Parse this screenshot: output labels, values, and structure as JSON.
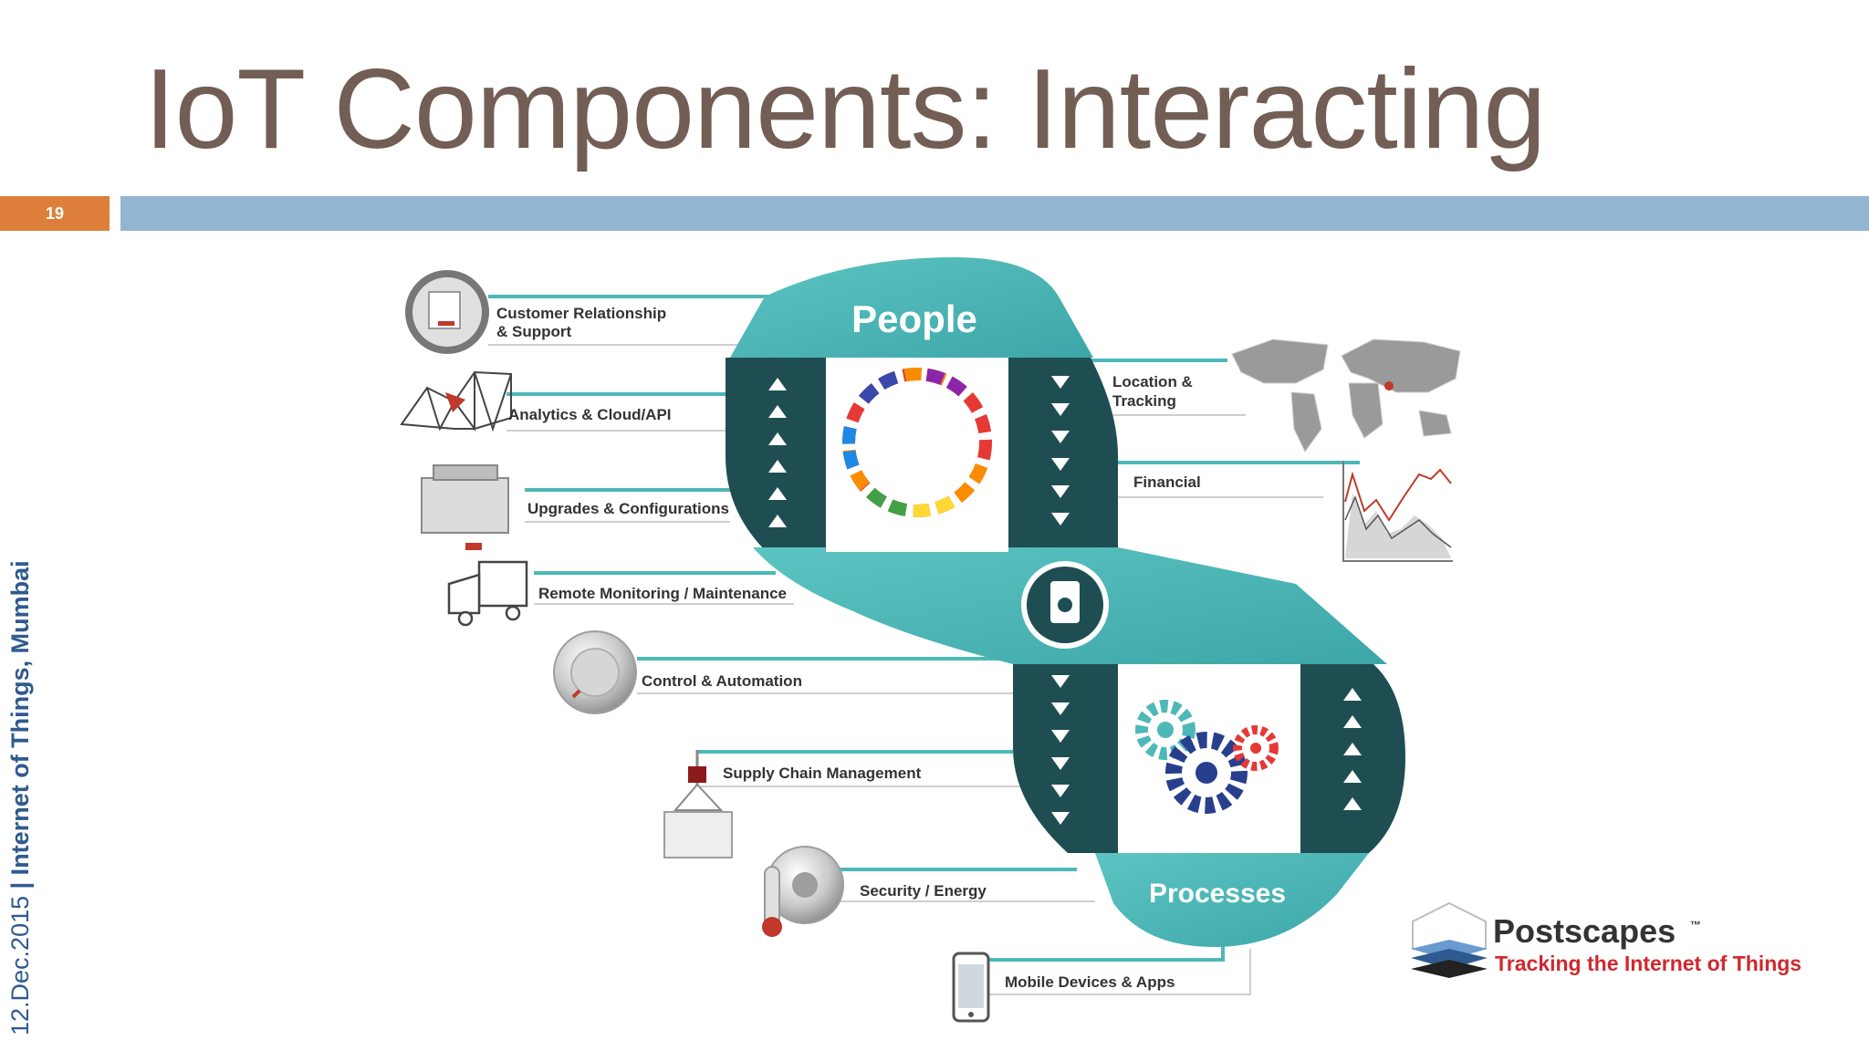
{
  "slide": {
    "title": "IoT Components: Interacting",
    "page_number": "19",
    "footer_date": "12.Dec.2015",
    "footer_separator": " | ",
    "footer_org": "Internet of Things, Mumbai"
  },
  "diagram": {
    "top_loop_label": "People",
    "bottom_loop_label": "Processes",
    "left_labels": [
      [
        "Customer Relationship",
        "& Support"
      ],
      "Analytics & Cloud/API",
      "Upgrades & Configurations",
      "Remote Monitoring / Maintenance",
      "Control & Automation",
      "Supply Chain Management",
      "Security / Energy",
      "Mobile Devices & Apps"
    ],
    "right_labels": [
      [
        "Location &",
        "Tracking"
      ],
      "Financial"
    ]
  },
  "brand": {
    "name": "Postscapes",
    "trademark": "™",
    "tagline": "Tracking the Internet of Things"
  },
  "colors": {
    "title": "#725e55",
    "page_number_box": "#dd7f3a",
    "rule_bar": "#92b5d1",
    "footer": "#2f5a8f",
    "ribbon_teal": "#4eb8b8",
    "ribbon_dark": "#1f4e52",
    "brand_name": "#333333",
    "brand_tagline": "#d0282e"
  }
}
